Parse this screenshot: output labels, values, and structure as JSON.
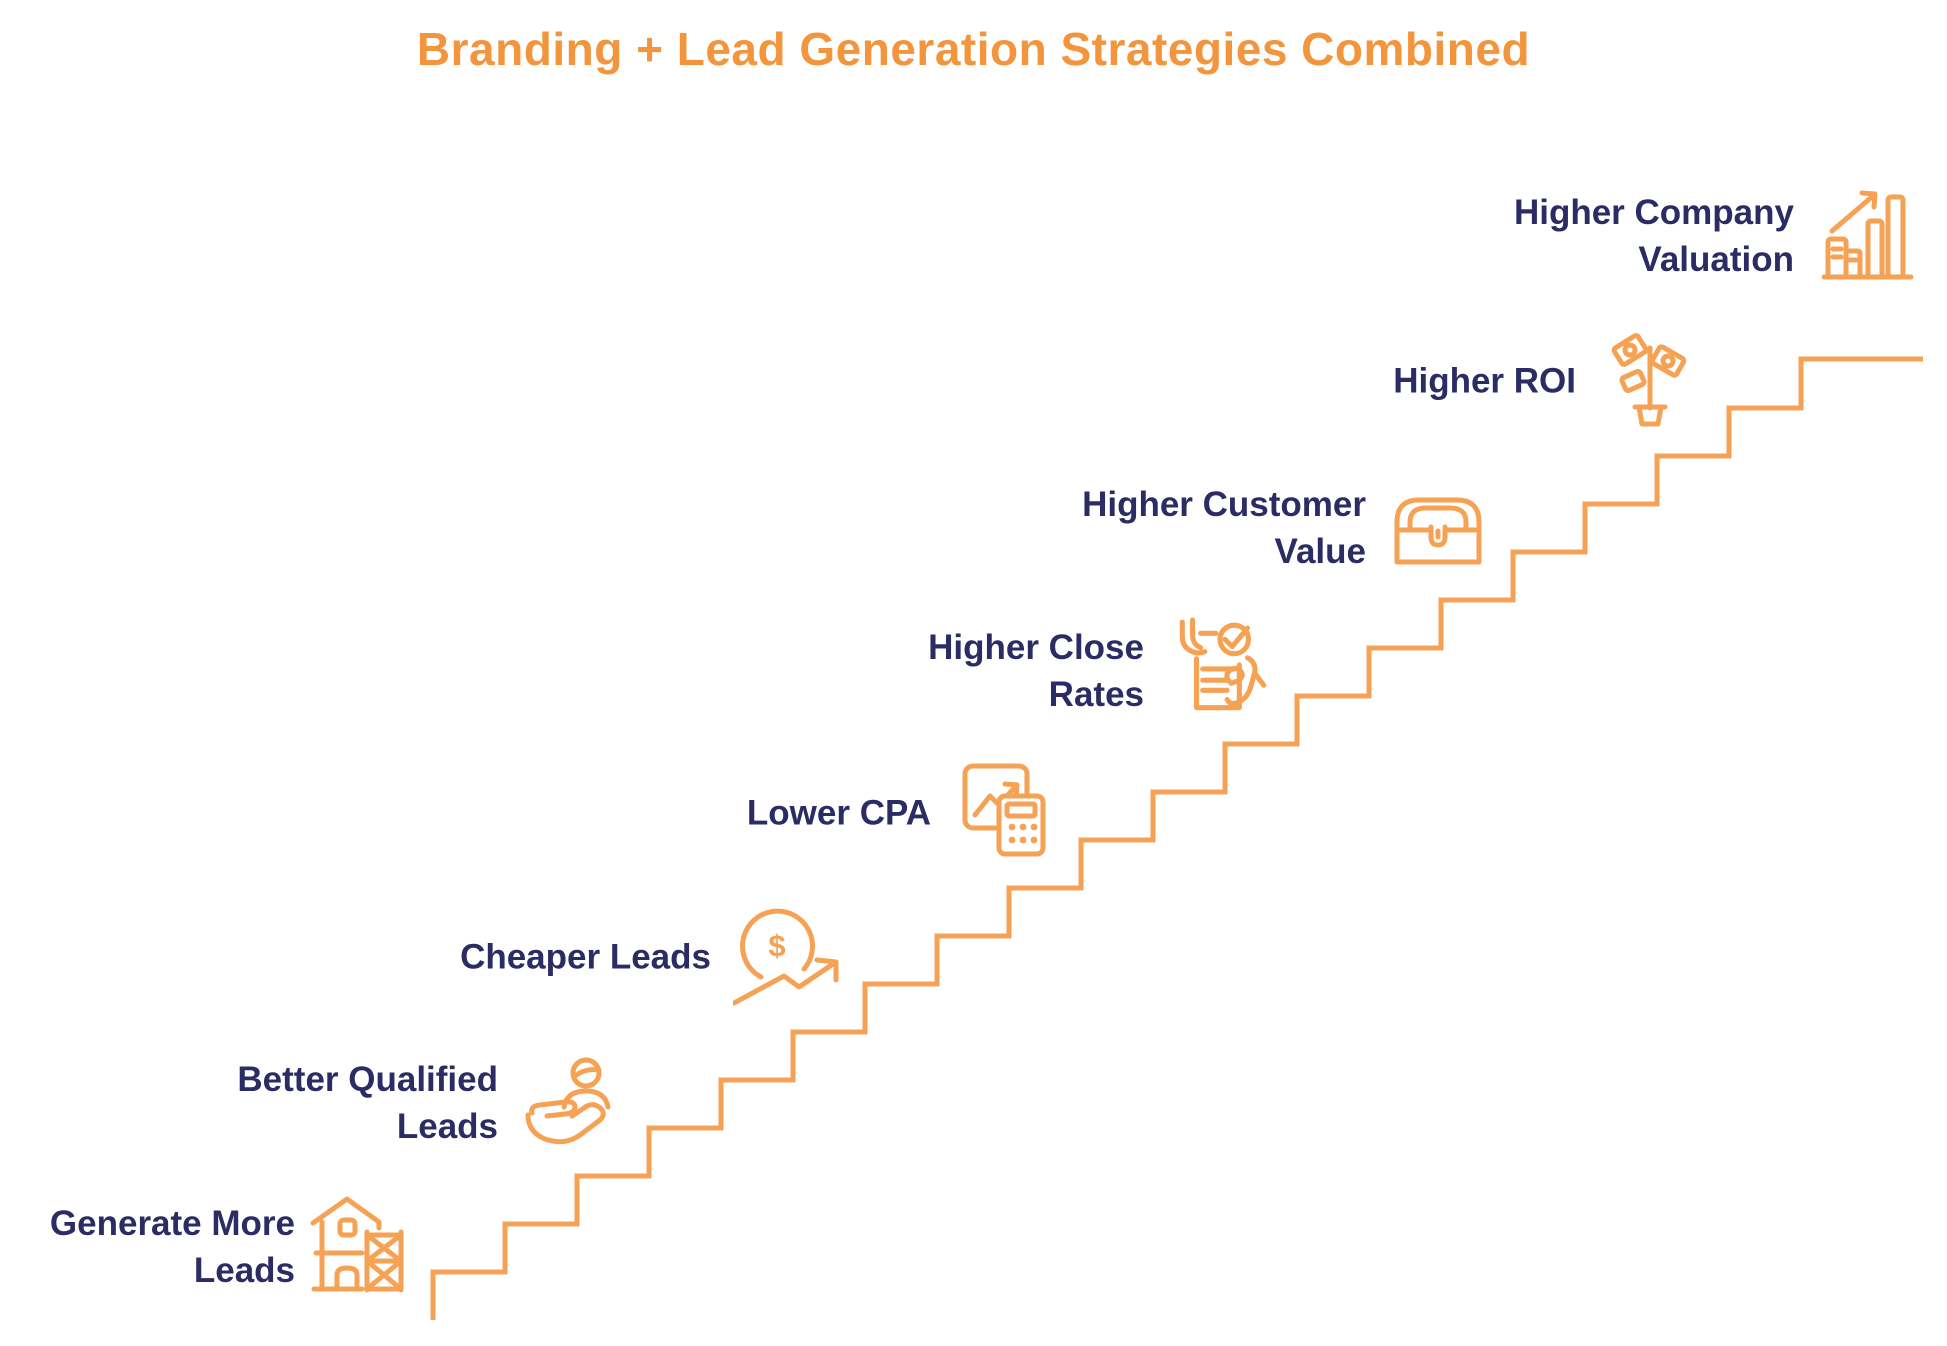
{
  "title": "Branding + Lead Generation Strategies Combined",
  "colors": {
    "title_orange": "#F2953D",
    "accent_orange": "#F6A254",
    "navy": "#2B2C63",
    "bg": "#FFFFFF"
  },
  "diagram": {
    "type": "staircase-infographic",
    "direction": "bottom-left to top-right",
    "step_count": 8
  },
  "steps": [
    {
      "id": "generate-more-leads",
      "icon": "house-construction-icon",
      "label": "Generate More Leads",
      "lines": [
        "Generate More",
        "Leads"
      ]
    },
    {
      "id": "better-qualified-leads",
      "icon": "hand-holding-person-icon",
      "label": "Better Qualified Leads",
      "lines": [
        "Better Qualified",
        "Leads"
      ]
    },
    {
      "id": "cheaper-leads",
      "icon": "dollar-growth-arrow-icon",
      "label": "Cheaper Leads",
      "lines": [
        "Cheaper Leads"
      ]
    },
    {
      "id": "lower-cpa",
      "icon": "chart-calculator-icon",
      "label": "Lower CPA",
      "lines": [
        "Lower CPA"
      ]
    },
    {
      "id": "higher-close-rates",
      "icon": "contract-checkmark-icon",
      "label": "Higher Close Rates",
      "lines": [
        "Higher Close",
        "Rates"
      ]
    },
    {
      "id": "higher-customer-value",
      "icon": "treasure-chest-icon",
      "label": "Higher Customer Value",
      "lines": [
        "Higher Customer",
        "Value"
      ]
    },
    {
      "id": "higher-roi",
      "icon": "money-tree-icon",
      "label": "Higher ROI",
      "lines": [
        "Higher ROI"
      ]
    },
    {
      "id": "higher-company-valuation",
      "icon": "bar-chart-building-icon",
      "label": "Higher Company Valuation",
      "lines": [
        "Higher Company",
        "Valuation"
      ]
    }
  ]
}
